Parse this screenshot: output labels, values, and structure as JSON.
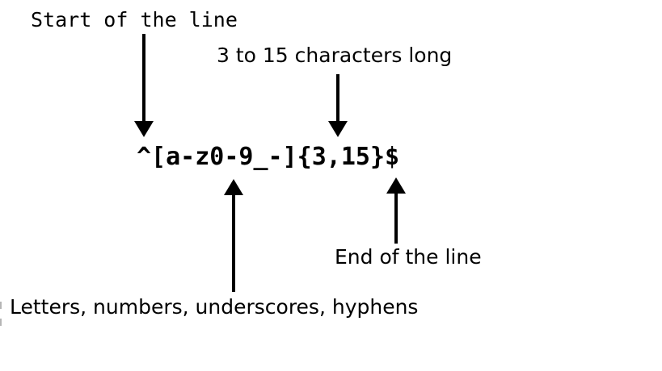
{
  "diagram": {
    "regex": "^[a-z0-9_-]{3,15}$",
    "labels": {
      "start": "Start of the line",
      "length": "3 to 15 characters long",
      "charset": "Letters, numbers, underscores, hyphens",
      "end": "End of the line"
    },
    "colors": {
      "background": "#ffffff",
      "text": "#000000",
      "arrow": "#000000"
    }
  }
}
